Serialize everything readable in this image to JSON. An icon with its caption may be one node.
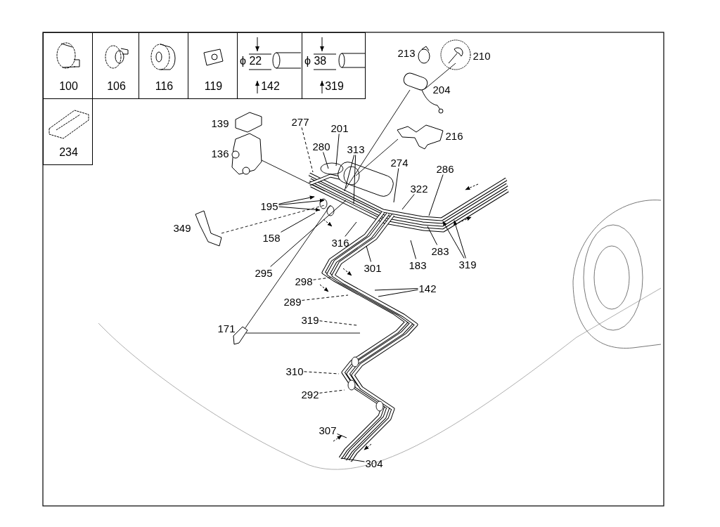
{
  "diagram": {
    "nodes": [
      {
        "text": [
          "100"
        ]
      },
      {
        "text": [
          "106"
        ]
      },
      {
        "text": [
          "116"
        ]
      },
      {
        "text": [
          "119"
        ]
      },
      {
        "text": [
          "ϕ 22",
          "142"
        ]
      },
      {
        "text": [
          "ϕ 38",
          "319"
        ]
      },
      {
        "text": [
          "234"
        ]
      },
      {
        "text": [
          "277"
        ]
      },
      {
        "text": [
          "201"
        ]
      },
      {
        "text": [
          "280"
        ]
      },
      {
        "text": [
          "313"
        ]
      },
      {
        "text": [
          "274"
        ]
      },
      {
        "text": [
          "322"
        ]
      },
      {
        "text": [
          "286"
        ]
      },
      {
        "text": [
          "195"
        ]
      },
      {
        "text": [
          "158"
        ]
      },
      {
        "text": [
          "316"
        ]
      },
      {
        "text": [
          "301"
        ]
      },
      {
        "text": [
          "183"
        ]
      },
      {
        "text": [
          "283"
        ]
      },
      {
        "text": [
          "319"
        ]
      },
      {
        "text": [
          "295"
        ]
      },
      {
        "text": [
          "298"
        ]
      },
      {
        "text": [
          "142"
        ]
      },
      {
        "text": [
          "289"
        ]
      },
      {
        "text": [
          "319"
        ]
      },
      {
        "text": [
          "310"
        ]
      },
      {
        "text": [
          "292"
        ]
      },
      {
        "text": [
          "307"
        ]
      },
      {
        "text": [
          "304"
        ]
      }
    ],
    "edges": [
      {
        "from": 7,
        "to": null,
        "arrow": "none",
        "style": "dashed"
      },
      {
        "from": 8,
        "to": null,
        "arrow": "none"
      },
      {
        "from": 9,
        "to": null,
        "arrow": "none"
      },
      {
        "from": 10,
        "to": null,
        "arrow": "none"
      },
      {
        "from": 10,
        "to": null,
        "arrow": "none"
      },
      {
        "from": 11,
        "to": null,
        "arrow": "none"
      },
      {
        "from": 12,
        "to": null,
        "arrow": "none"
      },
      {
        "from": 13,
        "to": null,
        "arrow": "none"
      },
      {
        "from": 14,
        "to": null,
        "arrow": "to"
      },
      {
        "from": 14,
        "to": null,
        "arrow": "to"
      },
      {
        "from": 14,
        "to": null,
        "arrow": "to"
      },
      {
        "from": 15,
        "to": null,
        "arrow": "none"
      },
      {
        "from": 16,
        "to": null,
        "arrow": "none"
      },
      {
        "from": 17,
        "to": null,
        "arrow": "none"
      },
      {
        "from": 18,
        "to": null,
        "arrow": "none"
      },
      {
        "from": 19,
        "to": null,
        "arrow": "none"
      },
      {
        "from": 20,
        "to": null,
        "arrow": "to"
      },
      {
        "from": 20,
        "to": null,
        "arrow": "to"
      },
      {
        "from": 21,
        "to": null,
        "arrow": "none"
      },
      {
        "from": 22,
        "to": null,
        "arrow": "none",
        "style": "dashed"
      },
      {
        "from": 23,
        "to": null,
        "arrow": "none"
      },
      {
        "from": 23,
        "to": null,
        "arrow": "none"
      },
      {
        "from": 24,
        "to": null,
        "arrow": "none",
        "style": "dashed"
      },
      {
        "from": 25,
        "to": null,
        "arrow": "none",
        "style": "dashed"
      },
      {
        "from": 26,
        "to": null,
        "arrow": "none",
        "style": "dashed"
      },
      {
        "from": 27,
        "to": null,
        "arrow": "none",
        "style": "dashed"
      },
      {
        "from": 28,
        "to": null,
        "arrow": "none"
      },
      {
        "from": 29,
        "to": null,
        "arrow": "none"
      }
    ],
    "labels": [
      "213",
      "210",
      "204",
      "139",
      "216",
      "136",
      "349",
      "171"
    ]
  }
}
